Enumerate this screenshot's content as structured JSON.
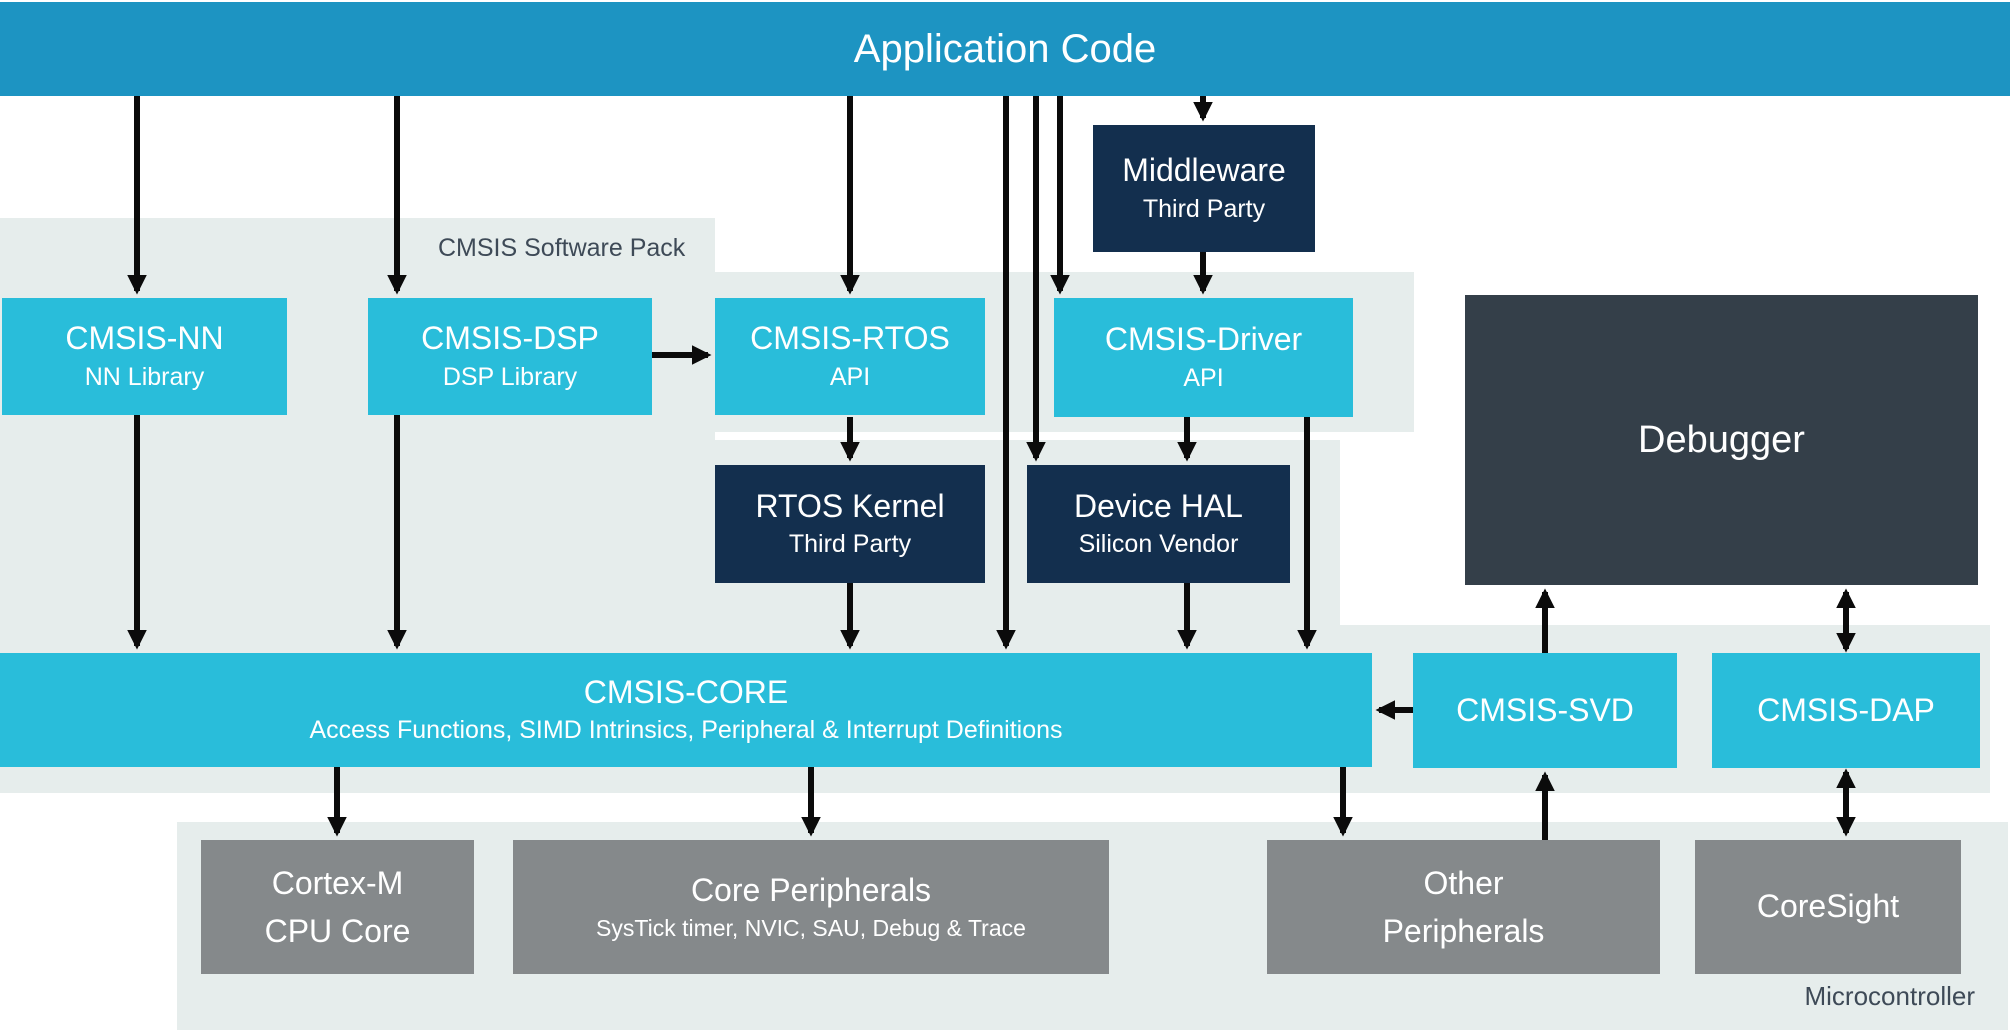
{
  "diagram": {
    "title_bar": {
      "label": "Application Code"
    },
    "labels": {
      "software_pack": "CMSIS Software Pack",
      "microcontroller": "Microcontroller"
    },
    "nodes": {
      "cmsis_nn": {
        "title": "CMSIS-NN",
        "subtitle": "NN Library"
      },
      "cmsis_dsp": {
        "title": "CMSIS-DSP",
        "subtitle": "DSP Library"
      },
      "cmsis_rtos": {
        "title": "CMSIS-RTOS",
        "subtitle": "API"
      },
      "cmsis_driver": {
        "title": "CMSIS-Driver",
        "subtitle": "API"
      },
      "middleware": {
        "title": "Middleware",
        "subtitle": "Third Party"
      },
      "rtos_kernel": {
        "title": "RTOS Kernel",
        "subtitle": "Third Party"
      },
      "device_hal": {
        "title": "Device HAL",
        "subtitle": "Silicon Vendor"
      },
      "debugger": {
        "title": "Debugger"
      },
      "cmsis_core": {
        "title": "CMSIS-CORE",
        "subtitle": "Access Functions, SIMD Intrinsics, Peripheral & Interrupt Definitions"
      },
      "cmsis_svd": {
        "title": "CMSIS-SVD"
      },
      "cmsis_dap": {
        "title": "CMSIS-DAP"
      },
      "cortex_m": {
        "title_line1": "Cortex-M",
        "title_line2": "CPU Core"
      },
      "core_peripherals": {
        "title": "Core Peripherals",
        "subtitle": "SysTick timer, NVIC, SAU, Debug & Trace"
      },
      "other_peripherals": {
        "title_line1": "Other",
        "title_line2": "Peripherals"
      },
      "coresight": {
        "title": "CoreSight"
      }
    },
    "palette": {
      "banner_blue": "#1d94c2",
      "node_cyan": "#29bdda",
      "node_navy": "#132f4e",
      "node_slate": "#343f49",
      "node_gray": "#85898b",
      "panel_gray": "#e6edec",
      "arrow_black": "#0b0b0b",
      "label_dark": "#3e4a57",
      "text_white": "#ffffff"
    }
  }
}
